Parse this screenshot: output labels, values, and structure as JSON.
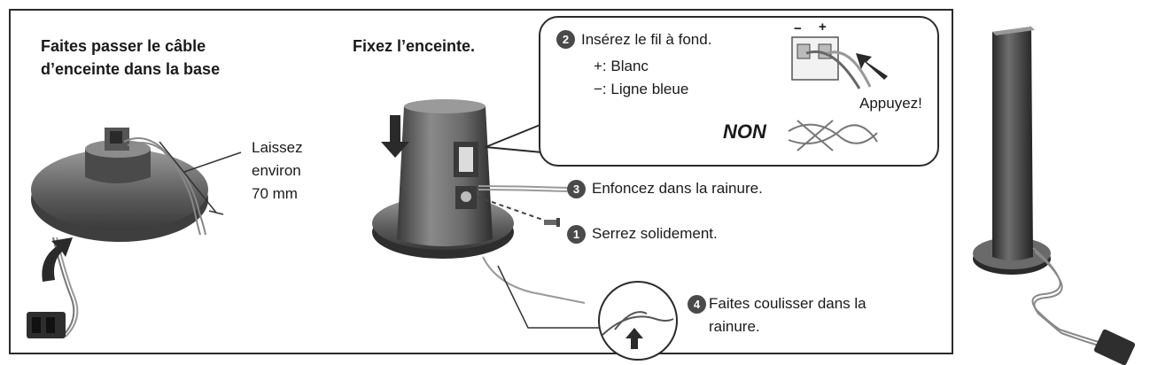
{
  "left": {
    "heading_line1": "Faites passer le câble",
    "heading_line2": "d’enceinte dans la base",
    "note_line1": "Laissez",
    "note_line2": "environ",
    "note_line3": "70 mm"
  },
  "middle": {
    "heading": "Fixez l’enceinte."
  },
  "callout": {
    "step2_number": "2",
    "step2_text": "Insérez le fil à fond.",
    "plus_label": "+: Blanc",
    "minus_label": "−: Ligne bleue",
    "press_label": "Appuyez!",
    "no_label": "NON",
    "terminal_minus": "−",
    "terminal_plus": "+"
  },
  "steps": {
    "step3_number": "3",
    "step3_text": "Enfoncez dans la rainure.",
    "step1_number": "1",
    "step1_text": "Serrez solidement.",
    "step4_number": "4",
    "step4_text_line1": "Faites coulisser dans la",
    "step4_text_line2": "rainure."
  }
}
